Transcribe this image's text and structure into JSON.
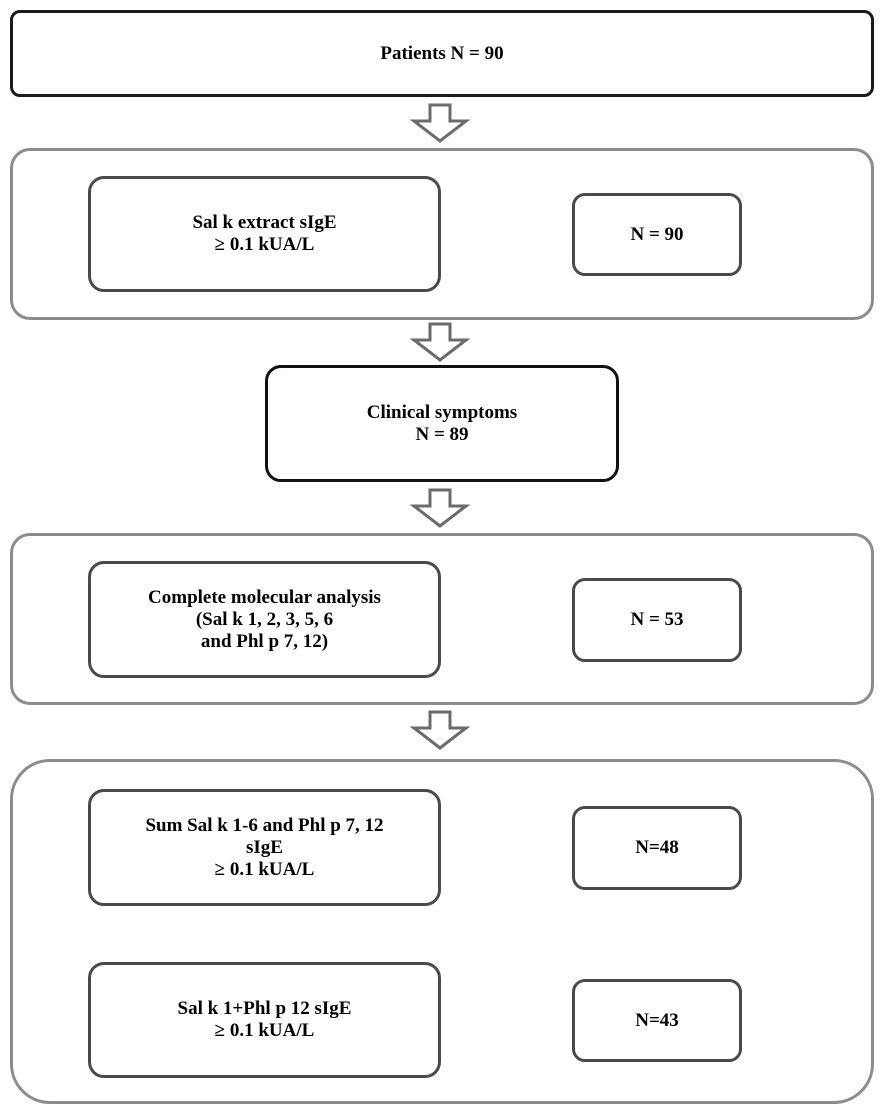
{
  "nodes": {
    "patients": "Patients N = 90",
    "sal_extract": "Sal k extract sIgE\n≥ 0.1 kUA/L",
    "n_90": "N = 90",
    "clinical": "Clinical symptoms\nN = 89",
    "molecular": "Complete molecular analysis\n(Sal k 1, 2, 3, 5, 6\nand Phl p 7, 12)",
    "n_53": "N = 53",
    "sum_sal": "Sum Sal k 1-6 and Phl p 7, 12\nsIgE\n≥ 0.1 kUA/L",
    "n_48": "N=48",
    "sal_k1_phl": "Sal k 1+Phl p 12 sIgE\n≥ 0.1 kUA/L",
    "n_43": "N=43"
  },
  "arrow_style": {
    "stroke": "#6b6b6b",
    "fill": "#ffffff"
  }
}
